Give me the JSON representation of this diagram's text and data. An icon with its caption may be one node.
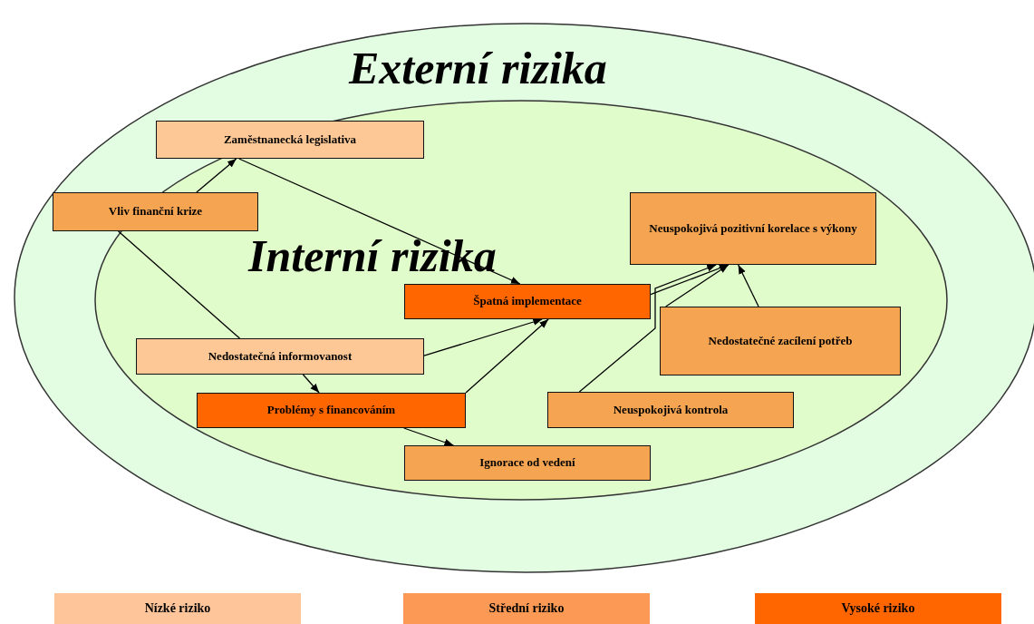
{
  "diagram": {
    "nodes": [
      {
        "text": [
          "Externí rizika"
        ]
      },
      {
        "text": [
          "Interní rizika"
        ],
        "in": 0
      },
      {
        "text": [
          "Zaměstnanecká legislativa"
        ],
        "in": 1
      },
      {
        "text": [
          "Vliv finanční krize"
        ],
        "in": 0
      },
      {
        "text": [
          "Neuspokojivá pozitivní korelace s výkony"
        ],
        "in": 1
      },
      {
        "text": [
          "Špatná implementace"
        ],
        "in": 1
      },
      {
        "text": [
          "Nedostatečné zacílení potřeb"
        ],
        "in": 1
      },
      {
        "text": [
          "Nedostatečná informovanost"
        ],
        "in": 1
      },
      {
        "text": [
          "Problémy s financováním"
        ],
        "in": 1
      },
      {
        "text": [
          "Neuspokojivá kontrola"
        ],
        "in": 1
      },
      {
        "text": [
          "Ignorace od vedení"
        ],
        "in": 1
      }
    ],
    "edges": [
      {
        "from": 3,
        "to": 2,
        "arrow": "to"
      },
      {
        "from": 2,
        "to": 5,
        "arrow": "to"
      },
      {
        "from": 3,
        "to": 7,
        "arrow": "none"
      },
      {
        "from": 7,
        "to": 8,
        "arrow": "to"
      },
      {
        "from": 7,
        "to": 5,
        "arrow": "to"
      },
      {
        "from": 8,
        "to": 5,
        "arrow": "to"
      },
      {
        "from": 8,
        "to": 10,
        "arrow": "to"
      },
      {
        "from": 5,
        "to": 4,
        "arrow": "to"
      },
      {
        "from": 6,
        "to": 4,
        "arrow": "to"
      },
      {
        "from": 6,
        "to": 4,
        "arrow": "to"
      },
      {
        "from": 9,
        "to": 4,
        "arrow": "to"
      }
    ],
    "legend": [
      {
        "text": "Nízké riziko",
        "color": "#fec49a"
      },
      {
        "text": "Střední riziko",
        "color": "#fc9a55"
      },
      {
        "text": "Vysoké riziko",
        "color": "#ff6600"
      }
    ]
  }
}
